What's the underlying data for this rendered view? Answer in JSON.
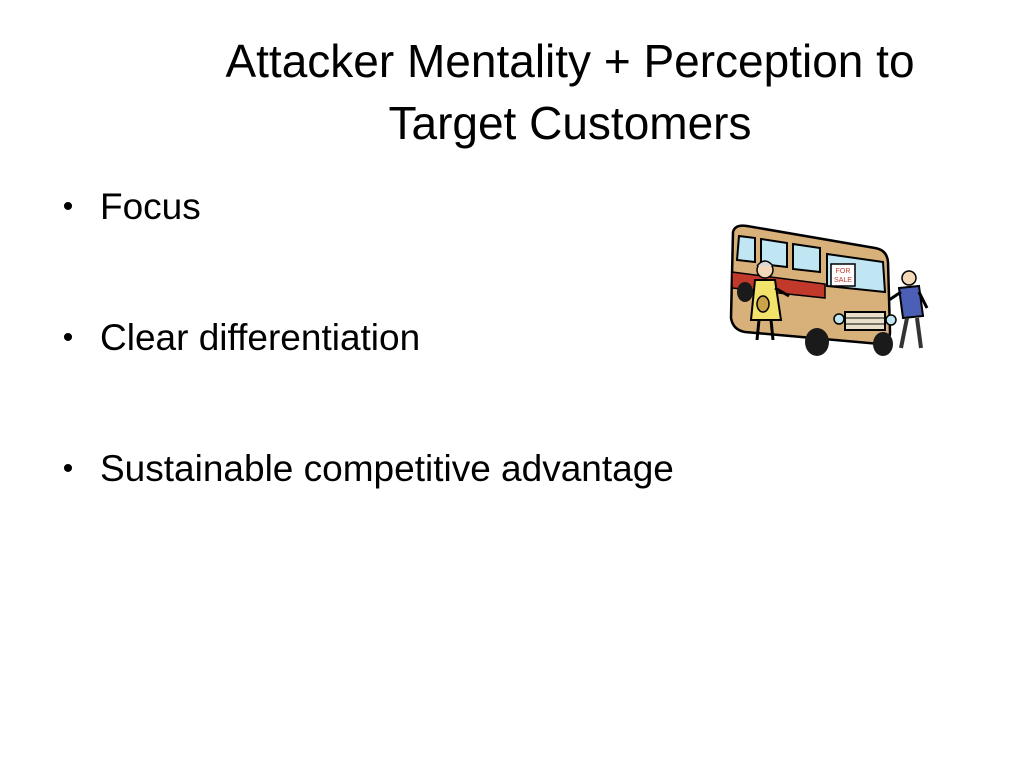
{
  "slide": {
    "title_lines": [
      "Attacker Mentality + Perception to",
      "Target Customers"
    ],
    "bullets": [
      {
        "marker": "•",
        "text": "Focus"
      },
      {
        "marker": "•",
        "text": "Clear differentiation"
      },
      {
        "marker": "•",
        "text": "Sustainable competitive advantage"
      }
    ],
    "clipart": {
      "icon": "van-for-sale-illustration-icon",
      "sign_text": [
        "FOR",
        "SALE"
      ],
      "colors": {
        "van_body": "#D7B07A",
        "stripe": "#C0392B",
        "window": "#BFE6F2",
        "man_shirt": "#4A5FB5",
        "woman_dress": "#F2E36B"
      }
    }
  }
}
